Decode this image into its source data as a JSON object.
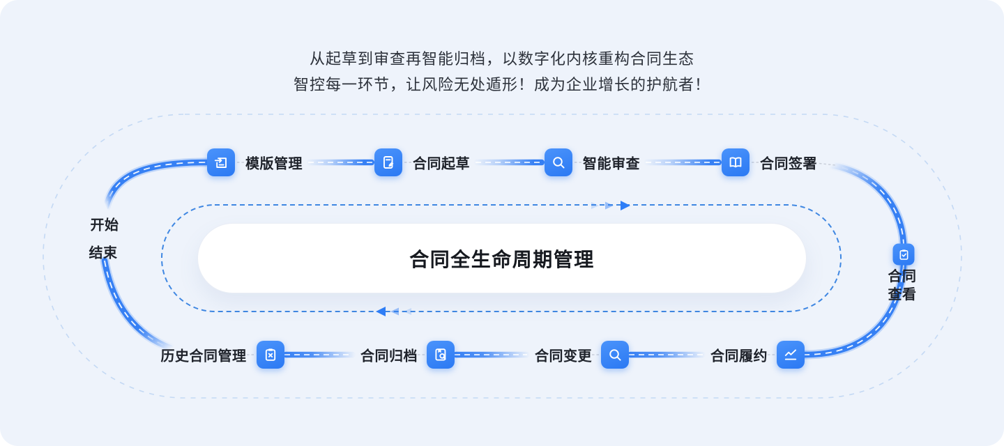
{
  "page": {
    "background": "#eef3fb",
    "accent_blue": "#2e7ef7",
    "track_blue": "#3680f4"
  },
  "headline": {
    "line1": "从起草到审查再智能归档，以数字化内核重构合同生态",
    "line2": "智控每一环节，让风险无处遁形！成为企业增长的护航者！"
  },
  "center_pill": {
    "label": "合同全生命周期管理"
  },
  "flow": {
    "start_label": "开始",
    "end_label": "结束",
    "top_steps": [
      {
        "label": "模版管理",
        "icon": "template-import-icon"
      },
      {
        "label": "合同起草",
        "icon": "document-edit-icon"
      },
      {
        "label": "智能审查",
        "icon": "search-icon"
      },
      {
        "label": "合同签署",
        "icon": "open-book-icon"
      }
    ],
    "right_step": {
      "label": "合同查看",
      "label_line1": "合同",
      "label_line2": "查看",
      "icon": "clipboard-check-icon"
    },
    "bottom_steps": [
      {
        "label": "历史合同管理",
        "icon": "clipboard-x-icon"
      },
      {
        "label": "合同归档",
        "icon": "book-search-icon"
      },
      {
        "label": "合同变更",
        "icon": "search-icon"
      },
      {
        "label": "合同履约",
        "icon": "trend-chart-icon"
      }
    ]
  }
}
